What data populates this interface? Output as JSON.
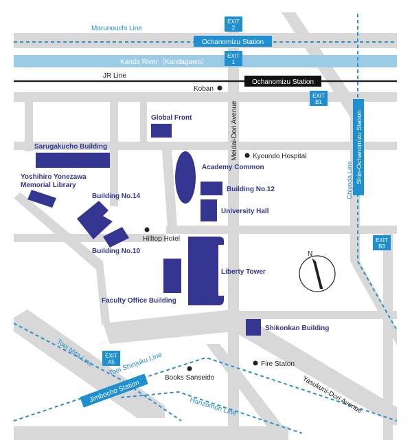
{
  "colors": {
    "road": "#d8d8d8",
    "building": "#333590",
    "building_label": "#333590",
    "subway": "#2b8fc8",
    "river": "#9ccbe6",
    "rail": "#222222",
    "station_bg": "#1e8fcf",
    "station_text": "#ffffff",
    "jr_station_bg": "#111111",
    "river_label": "#ffffff",
    "text_dark": "#222222"
  },
  "lines": {
    "marunouchi": "Marunouchi Line",
    "kanda_river": "Kanda River（Kandagawa）",
    "jr": "JR Line",
    "chiyoda": "Chiyoda Line",
    "toei_mita": "Toei Mita Line",
    "toei_shinjuku": "Toei Shinjuku Line",
    "hanzomon": "Hanzomon Line"
  },
  "stations": {
    "ochanomizu_metro": "Ochanomizu Station",
    "ochanomizu_jr": "Ochanomizu Station",
    "shin_ochanomizu": "Shin-Ochanomizu Station",
    "jimbocho": "Jimbocho Station"
  },
  "exits": [
    {
      "id": "exit-2",
      "line1": "EXIT",
      "line2": "2"
    },
    {
      "id": "exit-1",
      "line1": "EXIT",
      "line2": "1"
    },
    {
      "id": "exit-b1",
      "line1": "EXIT",
      "line2": "B1"
    },
    {
      "id": "exit-b3",
      "line1": "EXIT",
      "line2": "B3"
    },
    {
      "id": "exit-a5",
      "line1": "EXIT",
      "line2": "A5"
    }
  ],
  "avenues": {
    "meidai_dori": "Meidai-Dori Avenue",
    "yasukuni_dori": "Yasukuni-Dori Avenue"
  },
  "buildings": {
    "global_front": "Global Front",
    "sarugakucho": "Sarugakucho Building",
    "yonezawa_line1": "Yoshihiro Yonezawa",
    "yonezawa_line2": "Memorial Library",
    "academy_common": "Academy Common",
    "building_12": "Building No.12",
    "university_hall": "University Hall",
    "building_14": "Building No.14",
    "building_10": "Building No.10",
    "liberty_tower": "Liberty Tower",
    "faculty_office": "Faculty Office Building",
    "shikonkan": "Shikonkan Building"
  },
  "places": {
    "koban": "Koban",
    "kyoundo_hospital": "Kyoundo Hospital",
    "hilltop_hotel": "Hilltop Hotel",
    "fire_station": "Fire Staton",
    "books_sanseido": "Books Sanseido"
  },
  "compass": {
    "label": "N"
  }
}
